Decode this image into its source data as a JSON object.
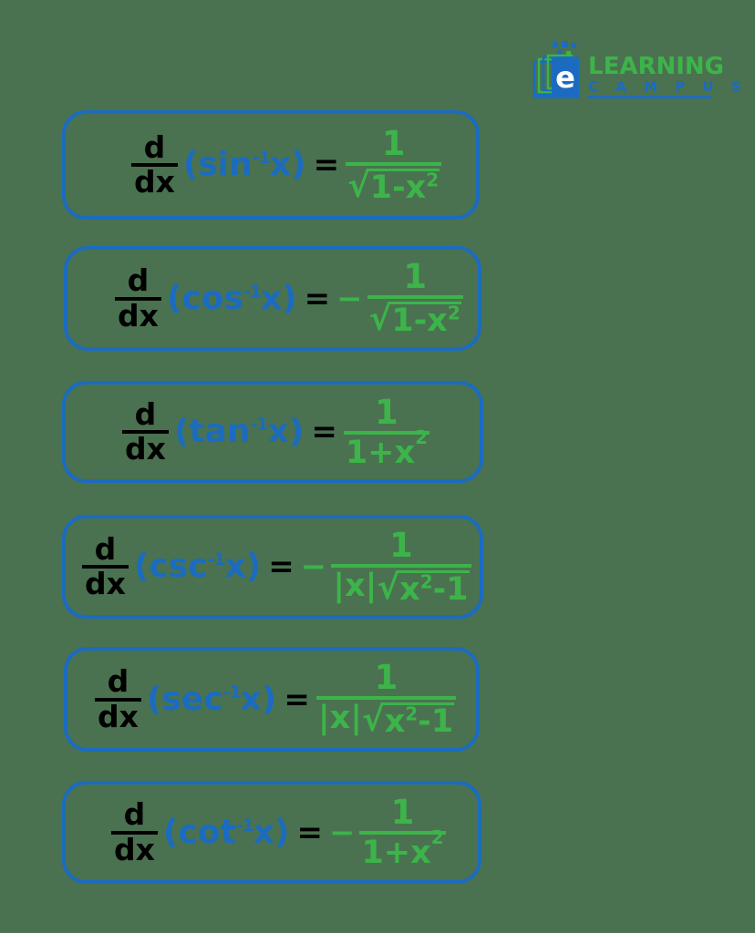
{
  "logo": {
    "name": "eLearning Campus",
    "word_top": "LEARNING",
    "word_bottom": "C A M P U S",
    "badge_letter": "e",
    "colors": {
      "green": "#3cb44a",
      "blue": "#1b6cc0"
    }
  },
  "page": {
    "background_color": "#4a7250",
    "card_border_color": "#1b6cc0",
    "operator_color": "#000000",
    "function_color": "#1b6cc0",
    "result_color": "#3cb44a"
  },
  "formulas": [
    {
      "id": "arcsin",
      "operator_num": "d",
      "operator_den": "dx",
      "function": "(sin",
      "exponent": "-1",
      "variable": "x)",
      "equals": "=",
      "sign": "",
      "numerator": "1",
      "denominator_radical": true,
      "denominator_prefix": "",
      "denominator": "1-x",
      "denominator_exponent": "2",
      "plain": "d/dx (sin^-1 x) = 1 / sqrt(1 - x^2)"
    },
    {
      "id": "arccos",
      "operator_num": "d",
      "operator_den": "dx",
      "function": "(cos",
      "exponent": "-1",
      "variable": "x)",
      "equals": "=",
      "sign": "−",
      "numerator": "1",
      "denominator_radical": true,
      "denominator_prefix": "",
      "denominator": "1-x",
      "denominator_exponent": "2",
      "plain": "d/dx (cos^-1 x) = - 1 / sqrt(1 - x^2)"
    },
    {
      "id": "arctan",
      "operator_num": "d",
      "operator_den": "dx",
      "function": "(tan",
      "exponent": "-1",
      "variable": "x)",
      "equals": "=",
      "sign": "",
      "numerator": "1",
      "denominator_radical": false,
      "denominator_prefix": "",
      "denominator": "1+x",
      "denominator_exponent": "2",
      "plain": "d/dx (tan^-1 x) = 1 / (1 + x^2)"
    },
    {
      "id": "arccsc",
      "operator_num": "d",
      "operator_den": "dx",
      "function": "(csc",
      "exponent": "-1",
      "variable": "x)",
      "equals": "=",
      "sign": "−",
      "numerator": "1",
      "denominator_radical": true,
      "denominator_prefix": "|x|",
      "denominator": "x",
      "denominator_exponent": "2",
      "denominator_suffix": "-1",
      "plain": "d/dx (csc^-1 x) = - 1 / (|x| sqrt(x^2 - 1))"
    },
    {
      "id": "arcsec",
      "operator_num": "d",
      "operator_den": "dx",
      "function": "(sec",
      "exponent": "-1",
      "variable": "x)",
      "equals": "=",
      "sign": "",
      "numerator": "1",
      "denominator_radical": true,
      "denominator_prefix": "|x|",
      "denominator": "x",
      "denominator_exponent": "2",
      "denominator_suffix": "-1",
      "plain": "d/dx (sec^-1 x) = 1 / (|x| sqrt(x^2 - 1))"
    },
    {
      "id": "arccot",
      "operator_num": "d",
      "operator_den": "dx",
      "function": "(cot",
      "exponent": "-1",
      "variable": "x)",
      "equals": "=",
      "sign": "−",
      "numerator": "1",
      "denominator_radical": false,
      "denominator_prefix": "",
      "denominator": "1+x",
      "denominator_exponent": "2",
      "plain": "d/dx (cot^-1 x) = - 1 / (1 + x^2)"
    }
  ]
}
